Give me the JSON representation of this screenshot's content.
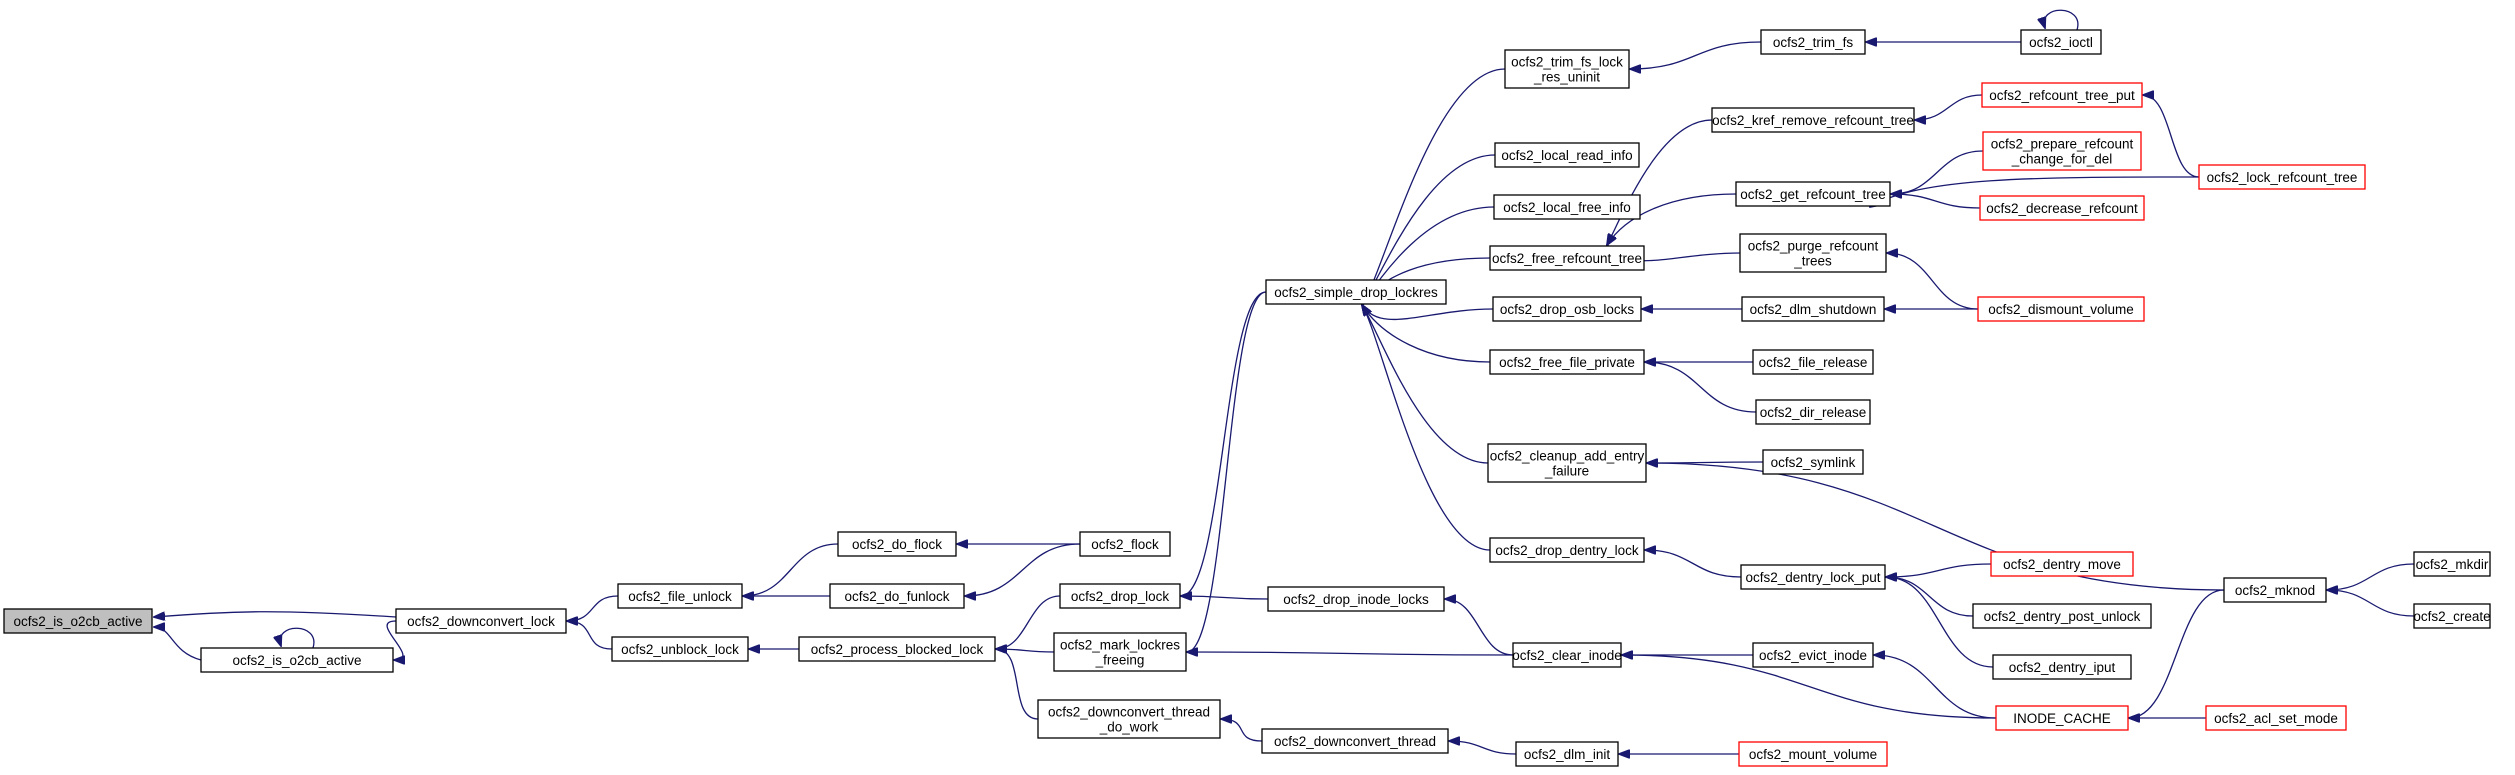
{
  "graph": {
    "title": "",
    "nodes": [
      {
        "id": "n0",
        "lines": [
          "ocfs2_is_o2cb_active"
        ],
        "kind": "root"
      },
      {
        "id": "n1",
        "lines": [
          "ocfs2_downconvert_lock"
        ]
      },
      {
        "id": "n2",
        "lines": [
          "ocfs2_is_o2cb_active"
        ]
      },
      {
        "id": "n3",
        "lines": [
          "ocfs2_file_unlock"
        ]
      },
      {
        "id": "n4",
        "lines": [
          "ocfs2_unblock_lock"
        ]
      },
      {
        "id": "n5",
        "lines": [
          "ocfs2_do_flock"
        ]
      },
      {
        "id": "n6",
        "lines": [
          "ocfs2_do_funlock"
        ]
      },
      {
        "id": "n7",
        "lines": [
          "ocfs2_process_blocked_lock"
        ]
      },
      {
        "id": "n8",
        "lines": [
          "ocfs2_flock"
        ]
      },
      {
        "id": "n9",
        "lines": [
          "ocfs2_drop_lock"
        ]
      },
      {
        "id": "n10",
        "lines": [
          "ocfs2_mark_lockres",
          "_freeing"
        ]
      },
      {
        "id": "n11",
        "lines": [
          "ocfs2_downconvert_thread",
          "_do_work"
        ]
      },
      {
        "id": "n12",
        "lines": [
          "ocfs2_simple_drop_lockres"
        ]
      },
      {
        "id": "n13",
        "lines": [
          "ocfs2_drop_inode_locks"
        ]
      },
      {
        "id": "n14",
        "lines": [
          "ocfs2_downconvert_thread"
        ]
      },
      {
        "id": "n15",
        "lines": [
          "ocfs2_trim_fs_lock",
          "_res_uninit"
        ]
      },
      {
        "id": "n16",
        "lines": [
          "ocfs2_local_read_info"
        ]
      },
      {
        "id": "n17",
        "lines": [
          "ocfs2_local_free_info"
        ]
      },
      {
        "id": "n18",
        "lines": [
          "ocfs2_free_refcount_tree"
        ]
      },
      {
        "id": "n19",
        "lines": [
          "ocfs2_drop_osb_locks"
        ]
      },
      {
        "id": "n20",
        "lines": [
          "ocfs2_free_file_private"
        ]
      },
      {
        "id": "n21",
        "lines": [
          "ocfs2_cleanup_add_entry",
          "_failure"
        ]
      },
      {
        "id": "n22",
        "lines": [
          "ocfs2_drop_dentry_lock"
        ]
      },
      {
        "id": "n23",
        "lines": [
          "ocfs2_clear_inode"
        ]
      },
      {
        "id": "n24",
        "lines": [
          "ocfs2_dlm_init"
        ]
      },
      {
        "id": "n25",
        "lines": [
          "ocfs2_trim_fs"
        ]
      },
      {
        "id": "n26",
        "lines": [
          "ocfs2_kref_remove_refcount_tree"
        ]
      },
      {
        "id": "n27",
        "lines": [
          "ocfs2_get_refcount_tree"
        ]
      },
      {
        "id": "n28",
        "lines": [
          "ocfs2_purge_refcount",
          "_trees"
        ]
      },
      {
        "id": "n29",
        "lines": [
          "ocfs2_dlm_shutdown"
        ]
      },
      {
        "id": "n30",
        "lines": [
          "ocfs2_file_release"
        ]
      },
      {
        "id": "n31",
        "lines": [
          "ocfs2_dir_release"
        ]
      },
      {
        "id": "n32",
        "lines": [
          "ocfs2_symlink"
        ]
      },
      {
        "id": "n33",
        "lines": [
          "ocfs2_dentry_lock_put"
        ]
      },
      {
        "id": "n34",
        "lines": [
          "ocfs2_evict_inode"
        ]
      },
      {
        "id": "n35",
        "lines": [
          "ocfs2_mount_volume"
        ],
        "kind": "trunc"
      },
      {
        "id": "n36",
        "lines": [
          "ocfs2_ioctl"
        ]
      },
      {
        "id": "n37",
        "lines": [
          "ocfs2_refcount_tree_put"
        ],
        "kind": "trunc"
      },
      {
        "id": "n38",
        "lines": [
          "ocfs2_prepare_refcount",
          "_change_for_del"
        ],
        "kind": "trunc"
      },
      {
        "id": "n39",
        "lines": [
          "ocfs2_decrease_refcount"
        ],
        "kind": "trunc"
      },
      {
        "id": "n40",
        "lines": [
          "ocfs2_dismount_volume"
        ],
        "kind": "trunc"
      },
      {
        "id": "n41",
        "lines": [
          "ocfs2_dentry_move"
        ],
        "kind": "trunc"
      },
      {
        "id": "n42",
        "lines": [
          "ocfs2_dentry_post_unlock"
        ]
      },
      {
        "id": "n43",
        "lines": [
          "ocfs2_dentry_iput"
        ]
      },
      {
        "id": "n44",
        "lines": [
          "INODE_CACHE"
        ],
        "kind": "trunc"
      },
      {
        "id": "n45",
        "lines": [
          "ocfs2_lock_refcount_tree"
        ],
        "kind": "trunc"
      },
      {
        "id": "n46",
        "lines": [
          "ocfs2_mknod"
        ]
      },
      {
        "id": "n47",
        "lines": [
          "ocfs2_acl_set_mode"
        ],
        "kind": "trunc"
      },
      {
        "id": "n48",
        "lines": [
          "ocfs2_mkdir"
        ]
      },
      {
        "id": "n49",
        "lines": [
          "ocfs2_create"
        ]
      }
    ],
    "edges": [
      [
        "n1",
        "n0"
      ],
      [
        "n2",
        "n0"
      ],
      [
        "n2",
        "n2"
      ],
      [
        "n1",
        "n2"
      ],
      [
        "n3",
        "n1"
      ],
      [
        "n4",
        "n1"
      ],
      [
        "n5",
        "n3"
      ],
      [
        "n6",
        "n3"
      ],
      [
        "n7",
        "n4"
      ],
      [
        "n8",
        "n5"
      ],
      [
        "n8",
        "n6"
      ],
      [
        "n9",
        "n7"
      ],
      [
        "n10",
        "n7"
      ],
      [
        "n11",
        "n7"
      ],
      [
        "n12",
        "n9"
      ],
      [
        "n13",
        "n9"
      ],
      [
        "n12",
        "n10"
      ],
      [
        "n23",
        "n10"
      ],
      [
        "n14",
        "n11"
      ],
      [
        "n15",
        "n12"
      ],
      [
        "n16",
        "n12"
      ],
      [
        "n17",
        "n12"
      ],
      [
        "n18",
        "n12"
      ],
      [
        "n19",
        "n12"
      ],
      [
        "n20",
        "n12"
      ],
      [
        "n21",
        "n12"
      ],
      [
        "n22",
        "n12"
      ],
      [
        "n23",
        "n13"
      ],
      [
        "n24",
        "n14"
      ],
      [
        "n25",
        "n15"
      ],
      [
        "n26",
        "n18"
      ],
      [
        "n27",
        "n18"
      ],
      [
        "n28",
        "n18"
      ],
      [
        "n29",
        "n19"
      ],
      [
        "n30",
        "n20"
      ],
      [
        "n31",
        "n20"
      ],
      [
        "n32",
        "n21"
      ],
      [
        "n46",
        "n21"
      ],
      [
        "n33",
        "n22"
      ],
      [
        "n34",
        "n23"
      ],
      [
        "n44",
        "n23"
      ],
      [
        "n35",
        "n24"
      ],
      [
        "n36",
        "n25"
      ],
      [
        "n37",
        "n26"
      ],
      [
        "n38",
        "n27"
      ],
      [
        "n39",
        "n27"
      ],
      [
        "n45",
        "n27"
      ],
      [
        "n40",
        "n28"
      ],
      [
        "n40",
        "n29"
      ],
      [
        "n41",
        "n33"
      ],
      [
        "n42",
        "n33"
      ],
      [
        "n43",
        "n33"
      ],
      [
        "n44",
        "n34"
      ],
      [
        "n36",
        "n36"
      ],
      [
        "n45",
        "n37"
      ],
      [
        "n46",
        "n44"
      ],
      [
        "n47",
        "n44"
      ],
      [
        "n48",
        "n46"
      ],
      [
        "n49",
        "n46"
      ]
    ]
  }
}
